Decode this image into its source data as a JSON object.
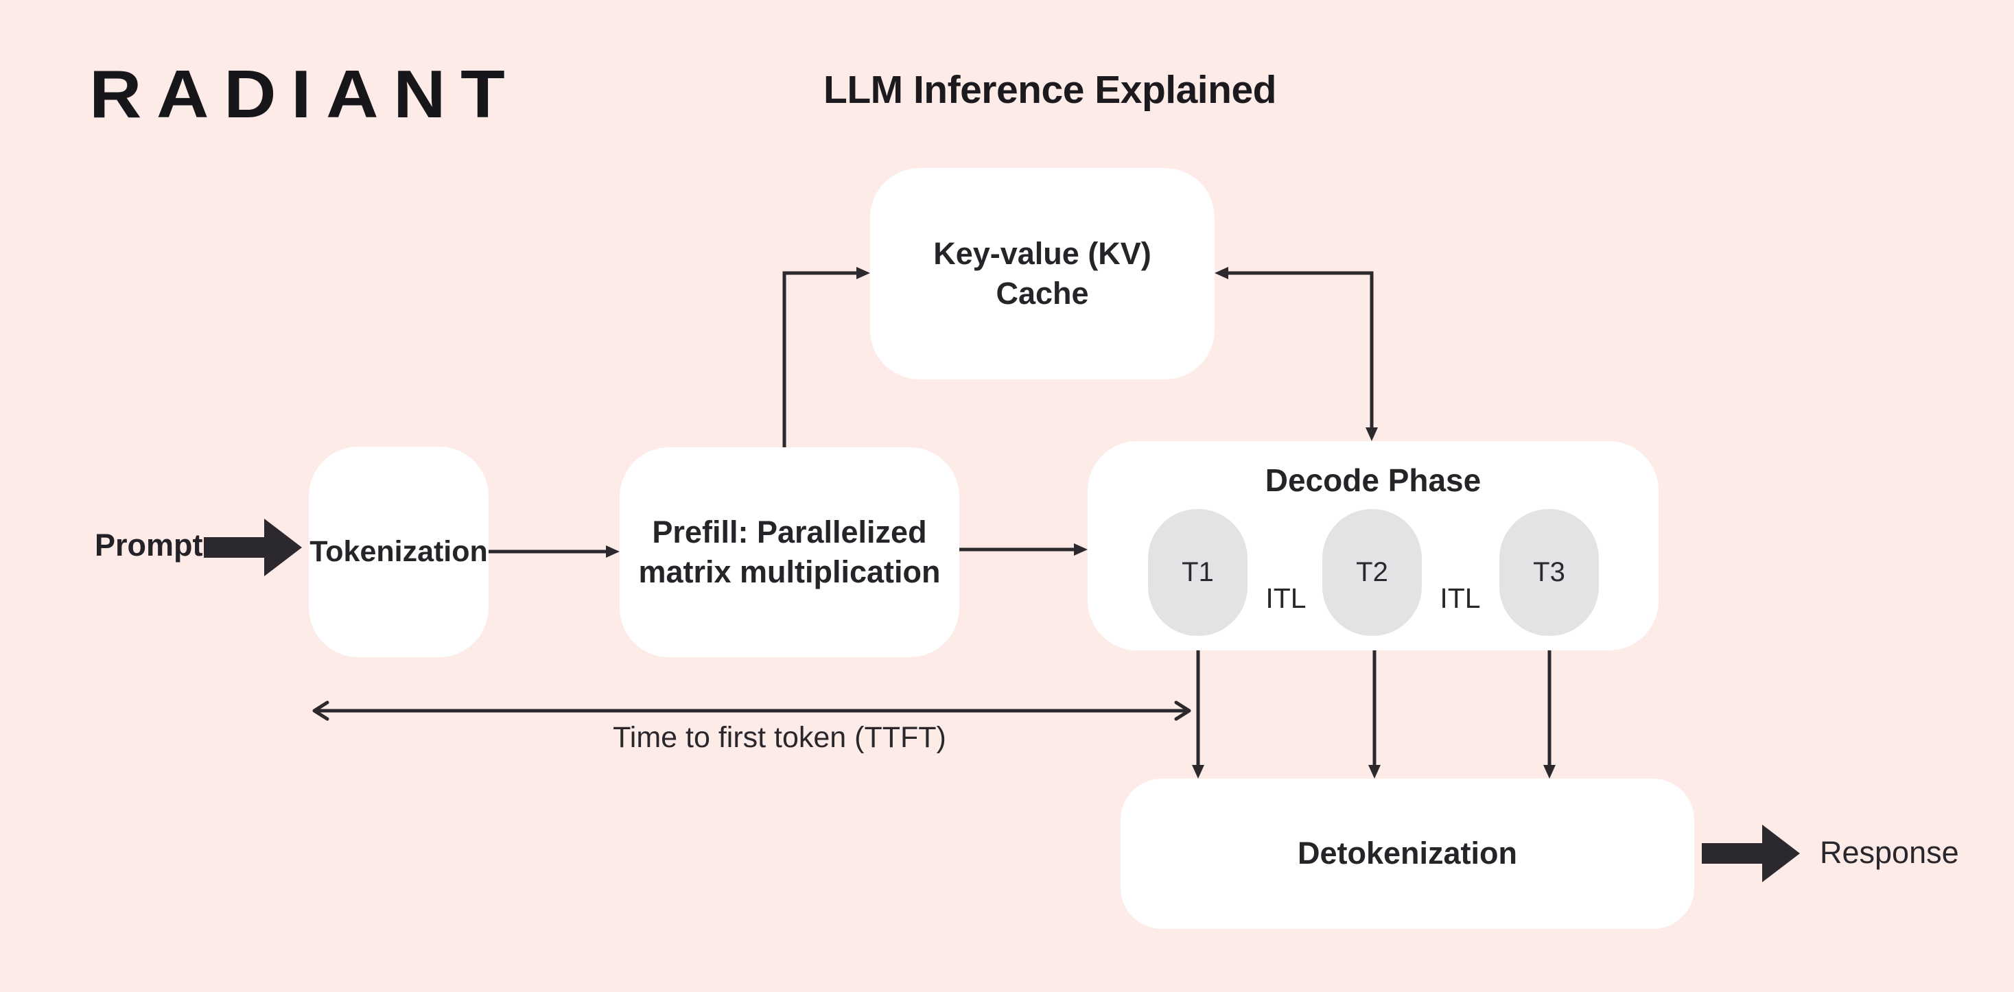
{
  "header": {
    "logo": "RADIANT",
    "title": "LLM Inference Explained"
  },
  "nodes": {
    "kv_cache": {
      "label": "Key-value (KV)\nCache"
    },
    "tokenization": {
      "label": "Tokenization"
    },
    "prefill": {
      "label": "Prefill: Parallelized\nmatrix multiplication"
    },
    "decode": {
      "label": "Decode Phase",
      "tokens": [
        "T1",
        "T2",
        "T3"
      ]
    },
    "detokenization": {
      "label": "Detokenization"
    }
  },
  "io": {
    "input_label": "Prompt",
    "output_label": "Response"
  },
  "metrics": {
    "ttft_label": "Time to first token (TTFT)",
    "itl_label": "ITL"
  },
  "connections": [
    {
      "from": "prompt",
      "to": "tokenization",
      "style": "thick-solid-arrow"
    },
    {
      "from": "tokenization",
      "to": "prefill",
      "style": "thin-arrow"
    },
    {
      "from": "prefill",
      "to": "kv_cache",
      "style": "thin-elbow-arrow"
    },
    {
      "from": "kv_cache",
      "to": "decode",
      "style": "thin-elbow-arrow",
      "bidirectional": true
    },
    {
      "from": "prefill",
      "to": "decode",
      "style": "thin-arrow"
    },
    {
      "from": "decode.T1",
      "to": "decode.T2",
      "style": "double-arrow",
      "label": "ITL"
    },
    {
      "from": "decode.T2",
      "to": "decode.T3",
      "style": "double-arrow",
      "label": "ITL"
    },
    {
      "from": "decode.T1",
      "to": "detokenization",
      "style": "thin-arrow"
    },
    {
      "from": "decode.T2",
      "to": "detokenization",
      "style": "thin-arrow"
    },
    {
      "from": "decode.T3",
      "to": "detokenization",
      "style": "thin-arrow"
    },
    {
      "from": "tokenization",
      "to": "decode.T1",
      "style": "double-arrow",
      "label": "Time to first token (TTFT)"
    },
    {
      "from": "detokenization",
      "to": "response",
      "style": "thick-solid-arrow"
    }
  ],
  "colors": {
    "background": "#FDEBE7",
    "node_fill": "#FFFFFF",
    "token_fill": "#E3E2E4",
    "ink": "#2B292E"
  }
}
